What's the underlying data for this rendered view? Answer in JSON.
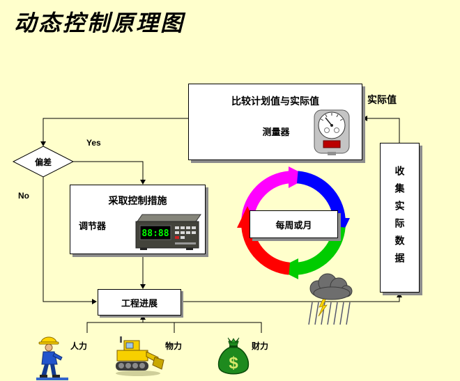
{
  "title": "动态控制原理图",
  "compare_box": {
    "label": "比较计划值与实际值",
    "device_label": "测量器"
  },
  "actual_value_label": "实际值",
  "collect_box": {
    "label": "收集实际数据"
  },
  "decision": {
    "label": "偏差",
    "yes_label": "Yes",
    "no_label": "No"
  },
  "measures_box": {
    "label": "采取控制措施",
    "device_label": "调节器",
    "led_display": "88:88"
  },
  "cycle": {
    "label": "每周或月",
    "colors": {
      "top_left": "#FF00FF",
      "top_right": "#0000FF",
      "bottom_right": "#00CC00",
      "bottom_left": "#FF0000"
    }
  },
  "progress_box": {
    "label": "工程进展"
  },
  "resources": {
    "manpower_label": "人力",
    "material_label": "物力",
    "financial_label": "财力",
    "money_symbol": "$"
  },
  "colors": {
    "background": "#FFFFCC",
    "line": "#000000",
    "box_fill": "#FFFFFF"
  }
}
